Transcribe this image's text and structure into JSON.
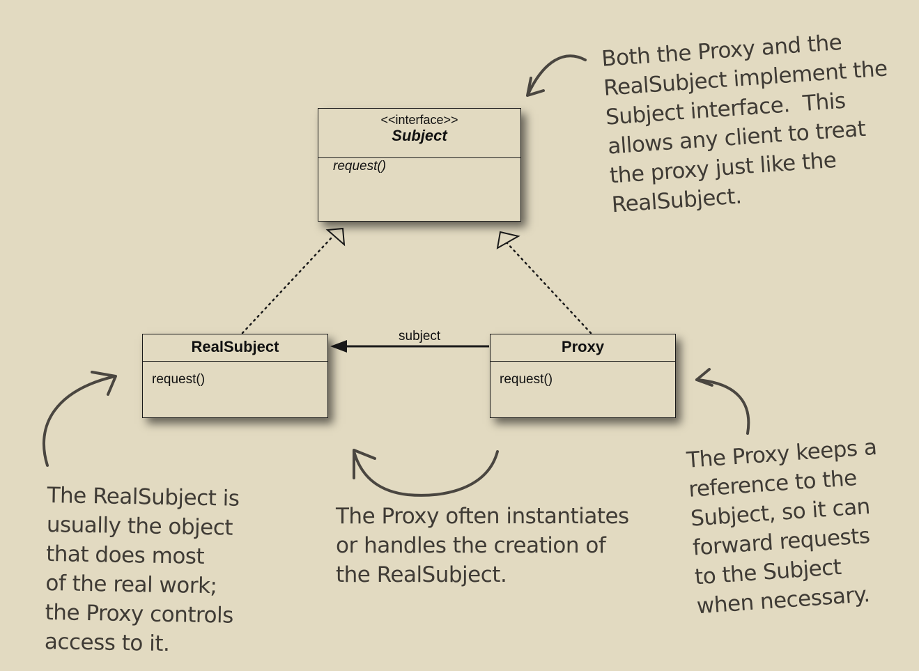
{
  "classes": {
    "subject": {
      "stereotype": "<<interface>>",
      "name": "Subject",
      "operation": "request()"
    },
    "real_subject": {
      "name": "RealSubject",
      "operation": "request()"
    },
    "proxy": {
      "name": "Proxy",
      "operation": "request()"
    }
  },
  "association": {
    "label": "subject"
  },
  "notes": {
    "interface_note": "Both the Proxy and the\nRealSubject implement the\nSubject interface.  This\nallows any client to treat\nthe proxy just like the\nRealSubject.",
    "real_subject_note": "The RealSubject is\nusually the object\nthat does most\nof the real work;\nthe Proxy controls\naccess to it.",
    "instantiation_note": "The Proxy often instantiates\nor handles the creation of\nthe RealSubject.",
    "reference_note": "The Proxy keeps a\nreference to the\nSubject, so it can\nforward requests\nto the Subject\nwhen necessary."
  },
  "colors": {
    "background": "#e2dac1",
    "ink": "#1a1a1a",
    "handwriting": "#3f3b35"
  }
}
